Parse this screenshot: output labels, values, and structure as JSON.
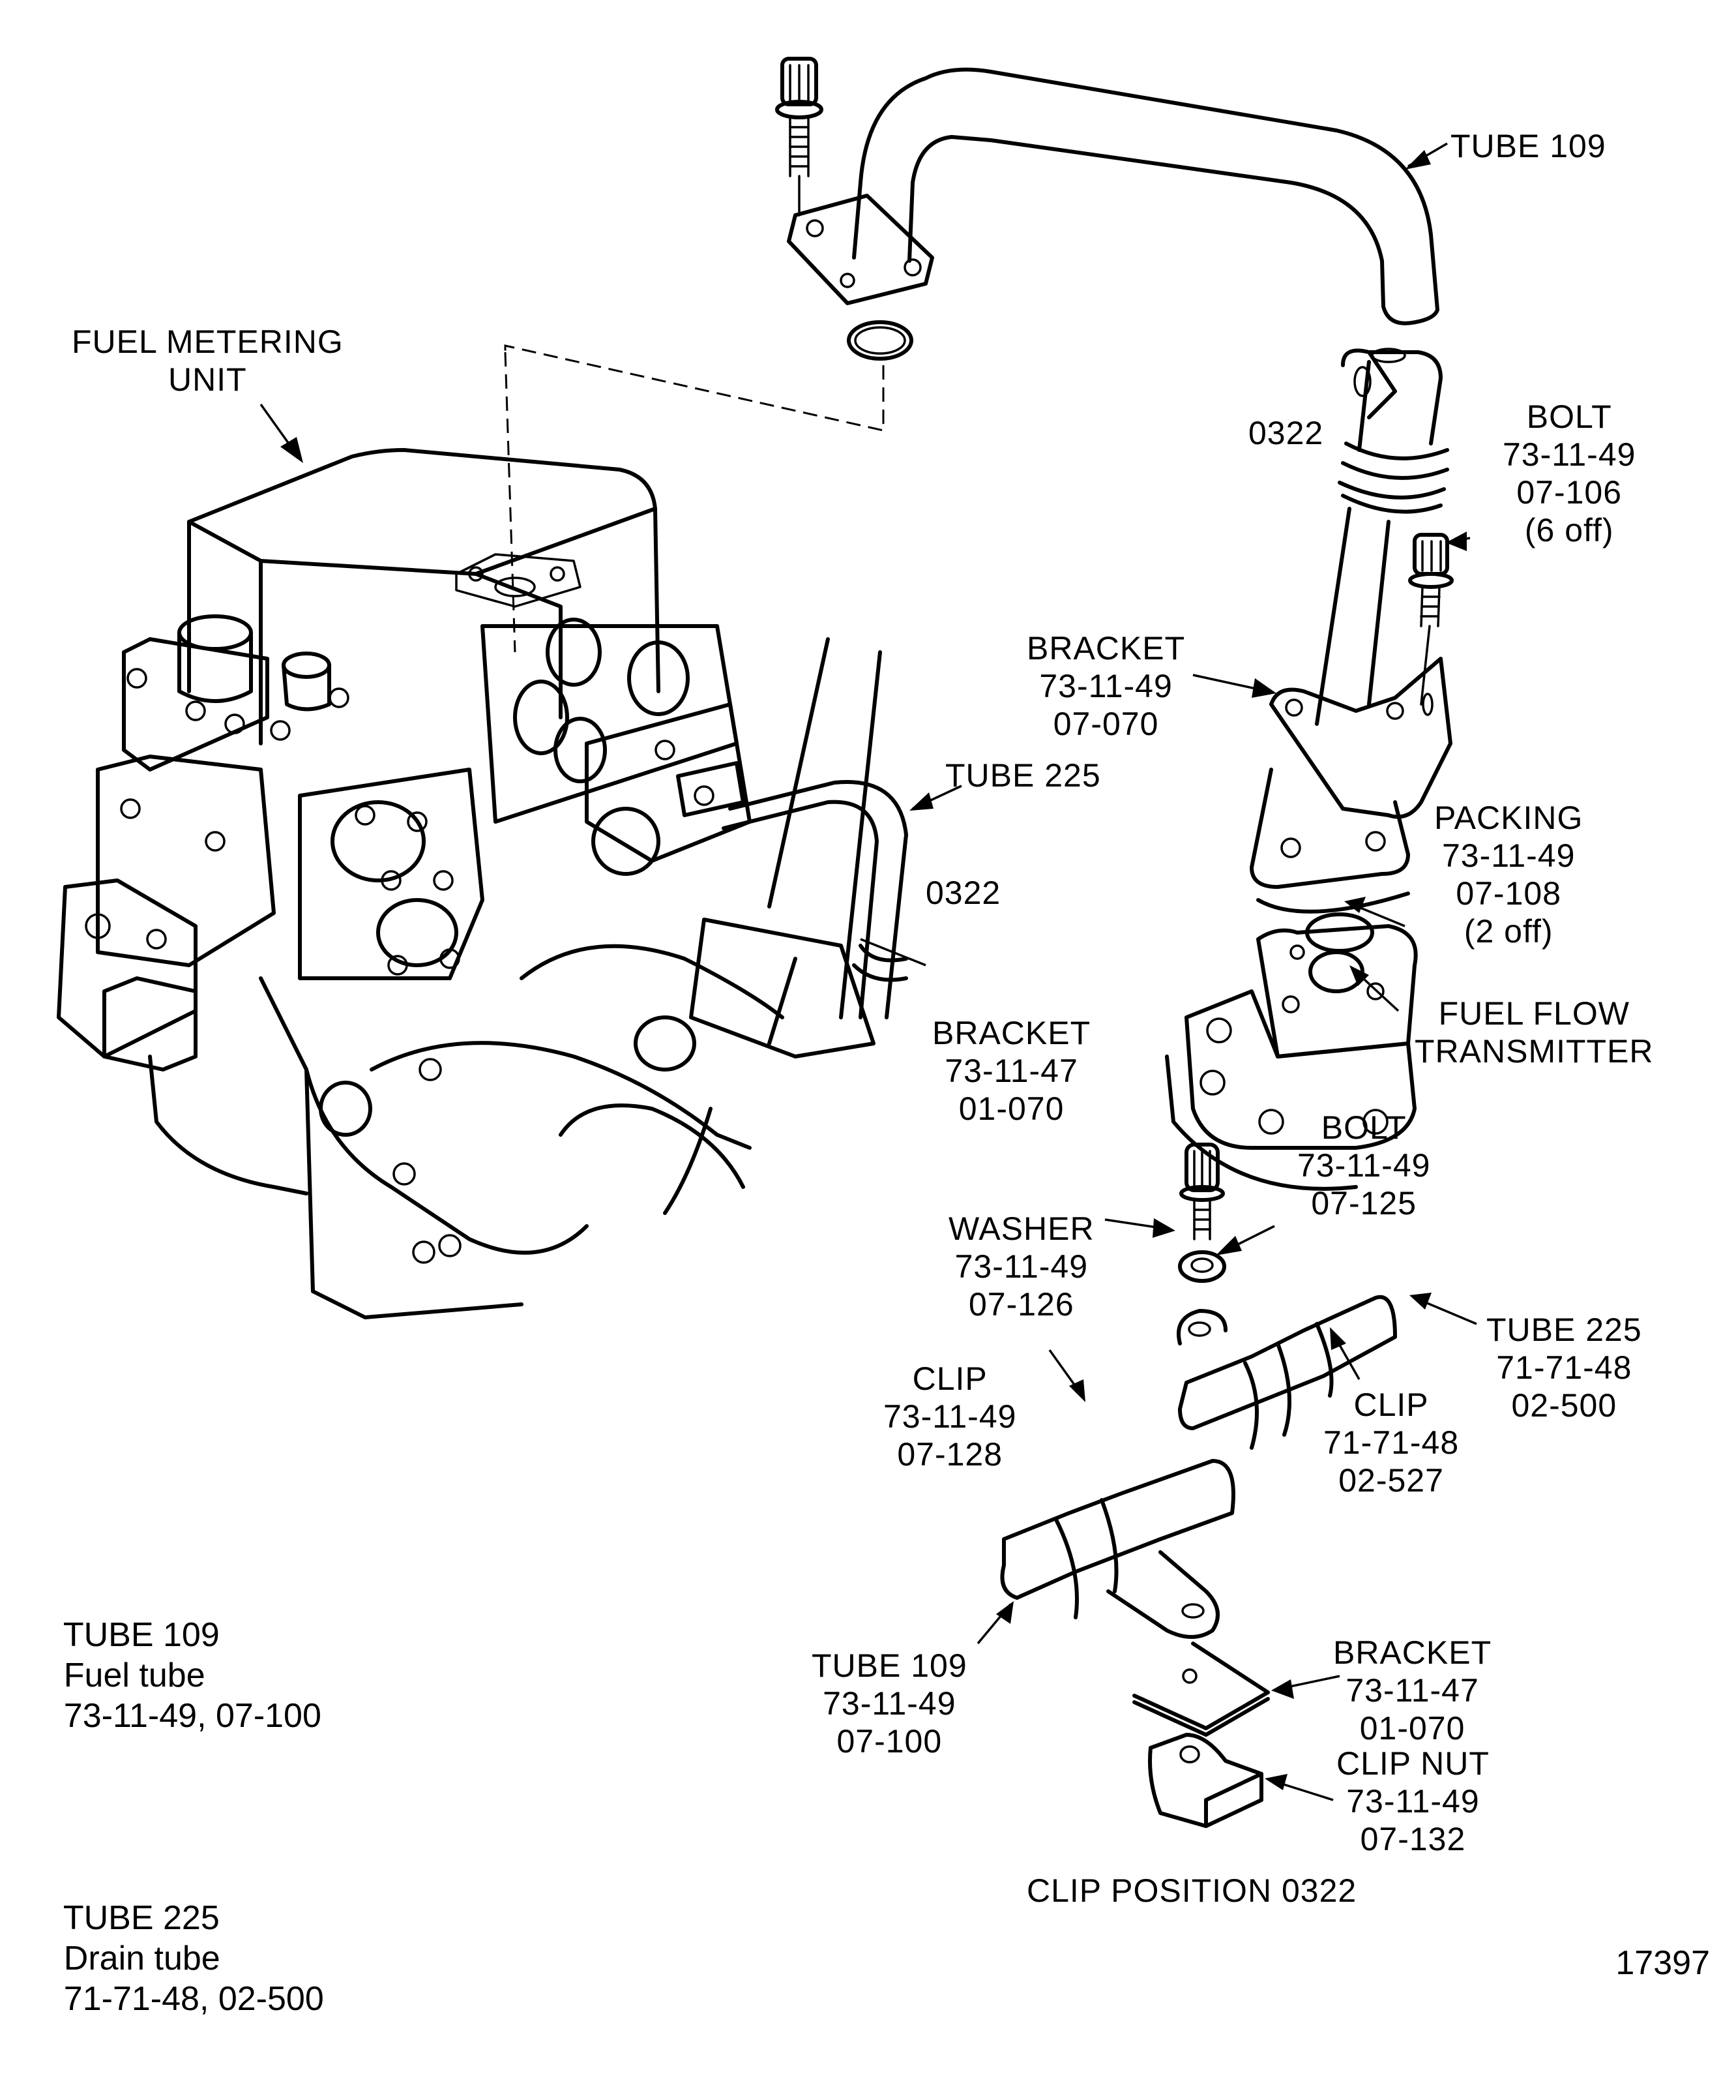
{
  "figure_number": "17397",
  "labels": {
    "fuel_metering_unit": [
      "FUEL METERING",
      "UNIT"
    ],
    "tube_109_top": [
      "TUBE 109"
    ],
    "clip_pos_upper": [
      "0322"
    ],
    "bolt_106": [
      "BOLT",
      "73-11-49",
      "07-106",
      "(6 off)"
    ],
    "bracket_070": [
      "BRACKET",
      "73-11-49",
      "07-070"
    ],
    "tube_225_main": [
      "TUBE 225"
    ],
    "clip_pos_lower": [
      "0322"
    ],
    "packing": [
      "PACKING",
      "73-11-49",
      "07-108",
      "(2 off)"
    ],
    "bracket_01_070_main": [
      "BRACKET",
      "73-11-47",
      "01-070"
    ],
    "fuel_flow_transmitter": [
      "FUEL FLOW",
      "TRANSMITTER"
    ],
    "bolt_125": [
      "BOLT",
      "73-11-49",
      "07-125"
    ],
    "washer": [
      "WASHER",
      "73-11-49",
      "07-126"
    ],
    "clip_128": [
      "CLIP",
      "73-11-49",
      "07-128"
    ],
    "tube_225_detail": [
      "TUBE 225",
      "71-71-48",
      "02-500"
    ],
    "clip_527": [
      "CLIP",
      "71-71-48",
      "02-527"
    ],
    "tube_109_detail": [
      "TUBE 109",
      "73-11-49",
      "07-100"
    ],
    "bracket_01_070_detail": [
      "BRACKET",
      "73-11-47",
      "01-070"
    ],
    "clip_nut": [
      "CLIP NUT",
      "73-11-49",
      "07-132"
    ],
    "clip_position_title": "CLIP POSITION 0322"
  },
  "legend": [
    {
      "tube": "TUBE 109",
      "description": "Fuel tube",
      "reference": "73-11-49, 07-100"
    },
    {
      "tube": "TUBE 225",
      "description": "Drain tube",
      "reference": "71-71-48, 02-500"
    }
  ]
}
